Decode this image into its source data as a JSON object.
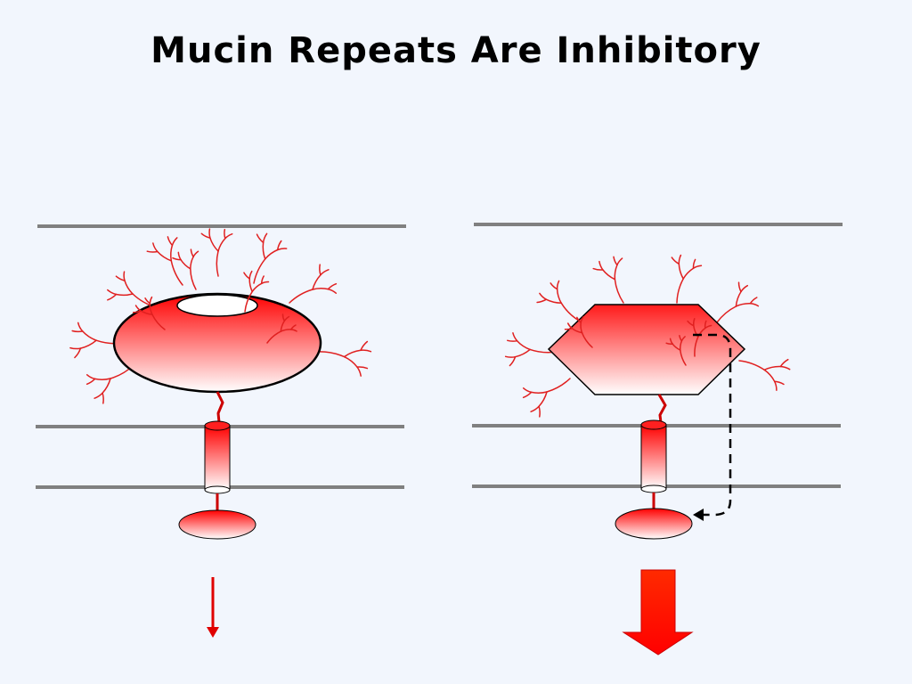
{
  "slide": {
    "title": "Mucin Repeats Are Inhibitory"
  },
  "colors": {
    "background": "#f2f6fd",
    "membrane_line": "#808080",
    "glycan": "#e02020",
    "protein_gradient_top": "#ff0000",
    "protein_gradient_bottom": "#ffffff",
    "outline": "#000000",
    "arrow": "#ff0000"
  },
  "panels": [
    {
      "id": "left",
      "ectodomain_shape": "oval-ring",
      "mucin_glycans": true,
      "inhibitory_dashed_arrow": false,
      "output_signal": "small"
    },
    {
      "id": "right",
      "ectodomain_shape": "hexagon",
      "mucin_glycans": true,
      "inhibitory_dashed_arrow": true,
      "output_signal": "large"
    }
  ],
  "icons": [
    "glycan-branch-icon",
    "transmembrane-cylinder-icon",
    "signal-arrow-icon"
  ]
}
